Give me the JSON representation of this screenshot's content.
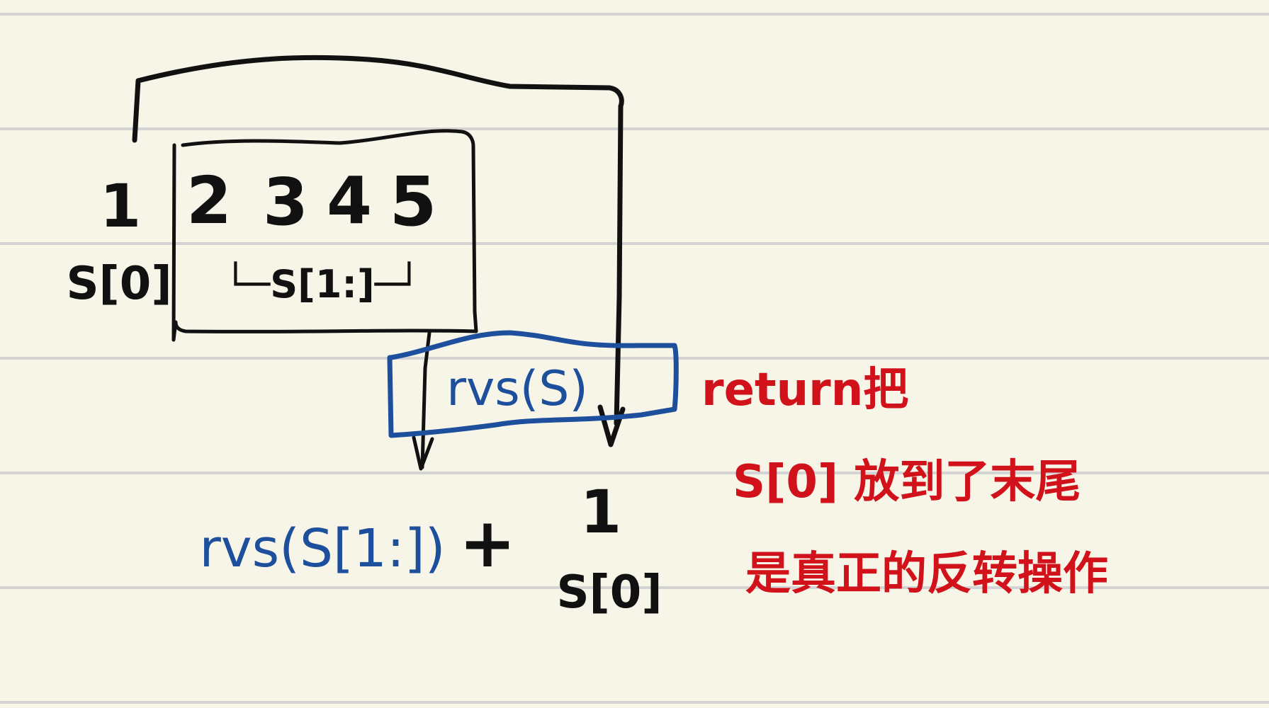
{
  "colors": {
    "paper": "#f6f5e8",
    "rule": "#d4d4d4",
    "black_ink": "#111111",
    "blue_ink": "#1d4f9c",
    "red_ink": "#d1121a"
  },
  "sequence": {
    "first": "1",
    "rest": [
      "2",
      "3",
      "4",
      "5"
    ]
  },
  "labels": {
    "first_element": "S[0]",
    "remainder": "└─S[1:]─┘",
    "call": "rvs(S)",
    "recursive_part": "rvs(S[1:])",
    "plus": "+",
    "moved_value": "1",
    "moved_label": "S[0]"
  },
  "note": {
    "line1": "return把",
    "line2": "S[0] 放到了末尾",
    "line3": "是真正的反转操作"
  }
}
